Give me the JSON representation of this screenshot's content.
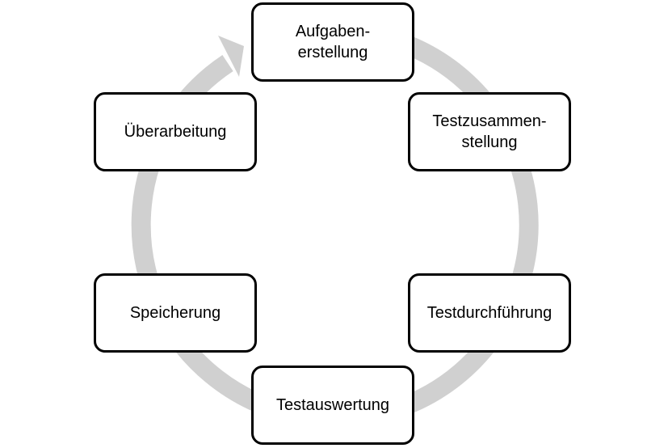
{
  "colors": {
    "ring": "#d0d0d0",
    "box_border": "#000000"
  },
  "steps": [
    {
      "label": "Aufgaben-\nerstellung"
    },
    {
      "label": "Testzusammen-\nstellung"
    },
    {
      "label": "Testdurchführung"
    },
    {
      "label": "Testauswertung"
    },
    {
      "label": "Speicherung"
    },
    {
      "label": "Überarbeitung"
    }
  ]
}
